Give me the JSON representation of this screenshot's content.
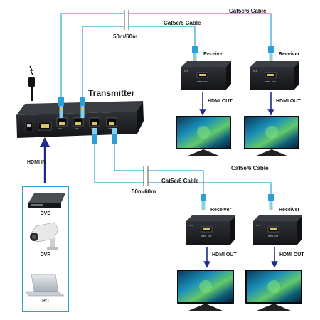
{
  "transmitter": {
    "title": "Transmitter",
    "ports": [
      "CH1",
      "CH2",
      "CH3",
      "CH4"
    ]
  },
  "receivers": [
    {
      "label": "Receiver",
      "output": "HDMI OUT",
      "tag": "STA",
      "port": "HDMI OUT"
    },
    {
      "label": "Receiver",
      "output": "HDMI OUT",
      "tag": "STA",
      "port": "HDMI OUT"
    },
    {
      "label": "Receiver",
      "output": "HDMI OUT",
      "tag": "STA",
      "port": "HDMI OUT"
    },
    {
      "label": "Receiver",
      "output": "HDMI OUT",
      "tag": "STA",
      "port": "HDMI OUT"
    }
  ],
  "cables": {
    "top_outer": "Cat5e/6 Cable",
    "top_inner": "Cat5e/6 Cable",
    "top_distance": "50m/60m",
    "bottom_outer": "Cat5e/6 Cable",
    "bottom_inner": "Cat5e/6 Cable",
    "bottom_distance": "50m/60m"
  },
  "input_label": "HDMI IN",
  "sources": [
    "DVD",
    "DVR",
    "PC"
  ],
  "colors": {
    "cable": "#29a3d8",
    "arrow": "#1f2a8a",
    "source_border": "#2ba0d8",
    "device": "#1b1d20"
  }
}
